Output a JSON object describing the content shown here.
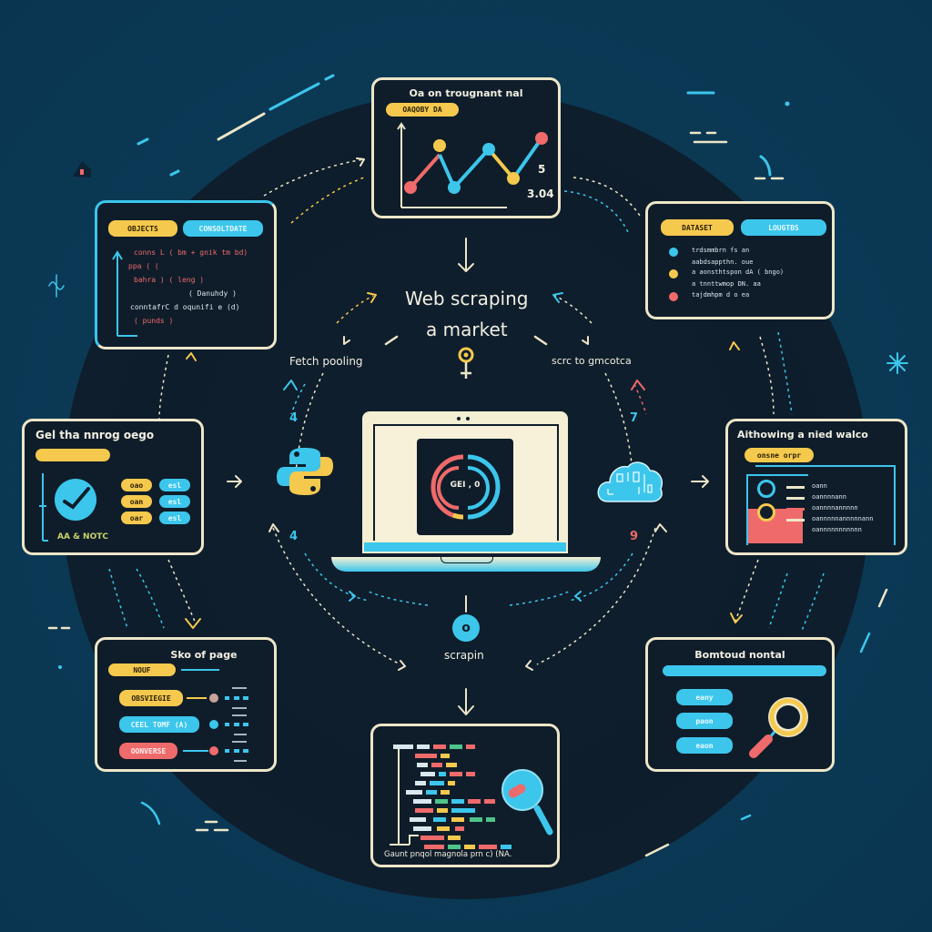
{
  "center": {
    "title_line1": "Web scraping",
    "title_line2": "a market",
    "left_label": "Fetch pooling",
    "right_label": "scrc to gmcotca",
    "bottom_label": "scrapin",
    "bottom_node_glyph": "o",
    "laptop_screen_text": "GEI , 0"
  },
  "step_numbers": {
    "left_upper": "4",
    "left_lower": "4",
    "right_upper": "7",
    "right_lower": "9"
  },
  "colors": {
    "background": "#0b3a55",
    "disc": "#0f1f2e",
    "card_border": "#ede6c8",
    "yellow": "#f4c94d",
    "cyan": "#3cc6ec",
    "red": "#ef6a6a",
    "text": "#f2efe2"
  },
  "cards": {
    "top": {
      "title": "Oa on trougnant nal",
      "badge": "OAQOBY DA",
      "chart_value_a": "5",
      "chart_value_b": "3.04"
    },
    "top_left": {
      "pill_left": "OBJECTS",
      "pill_right": "CONSOLTDATE",
      "code_lines": [
        "conns L ( bm + gnik tm bd)",
        "ppa ( (",
        "bahra ) ( leng )",
        "( Danuhdy )",
        "conntafrC d oqunifi e (d)",
        "( punds )"
      ]
    },
    "top_right": {
      "pill_left": "DATASET",
      "pill_right": "LOUGTBS",
      "rows": [
        {
          "dot": "cyan",
          "text": "trdsmmbrn fs an",
          "sub": "aabdsappthn. oue"
        },
        {
          "dot": "yellow",
          "text": "a aonsthtspon dA ( bngo)",
          "sub": "a tnnttwmop DN. aa"
        },
        {
          "dot": "red",
          "text": "tajdmhpm d o ea",
          "sub": ""
        }
      ]
    },
    "left": {
      "title": "Gel tha nnrog oego",
      "footer": "AA & NOTC",
      "buttons_yellow": [
        "oao",
        "oan",
        "oar"
      ],
      "buttons_cyan": [
        "esl",
        "esl",
        "esl"
      ]
    },
    "right": {
      "title": "Aithowing a nied walco",
      "badge": "onsne orpr",
      "list_items": [
        "oann",
        "oannnnann",
        "oannnnannnnn",
        "oannnnnannnnnann",
        "oannnnnnnnnnn"
      ]
    },
    "bottom_left": {
      "title": "Sko of page",
      "pills": [
        {
          "color": "yellow",
          "label": "NOUF"
        },
        {
          "color": "yellow",
          "label": "OBSVIEGIE"
        },
        {
          "color": "cyan",
          "label": "CEEL TOMF (A)"
        },
        {
          "color": "red",
          "label": "OONVERSE"
        }
      ]
    },
    "bottom_right": {
      "title": "Bomtoud nontal",
      "buttons": [
        "eany",
        "paon",
        "eaon"
      ]
    },
    "bottom": {
      "footer": "Gaunt pnqol magnola prn c) (NA."
    }
  }
}
